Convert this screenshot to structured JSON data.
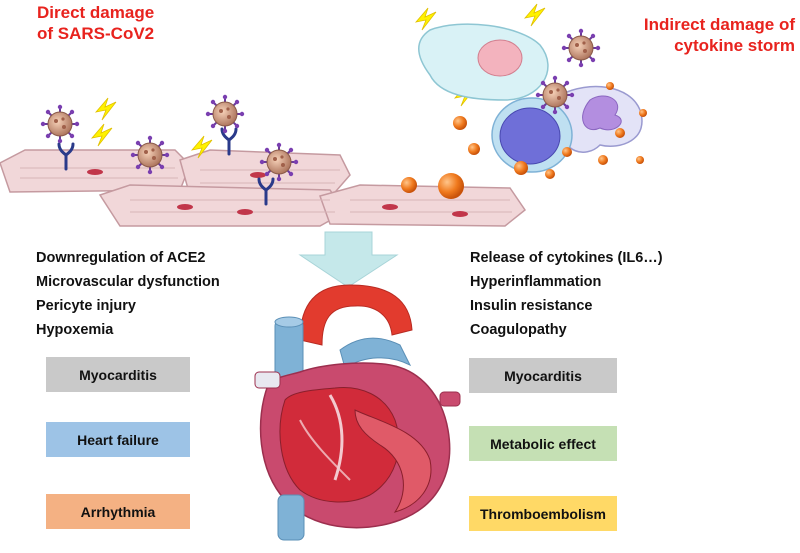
{
  "titles": {
    "direct": [
      "Direct damage",
      "of SARS-CoV2"
    ],
    "indirect": [
      "Indirect damage of",
      "cytokine storm"
    ]
  },
  "direct_mechanisms": [
    "Downregulation of ACE2",
    "Microvascular dysfunction",
    "Pericyte injury",
    "Hypoxemia"
  ],
  "indirect_mechanisms": [
    "Release of cytokines (IL6…)",
    "Hyperinflammation",
    "Insulin resistance",
    "Coagulopathy"
  ],
  "left_outcomes": [
    {
      "label": "Myocarditis",
      "color": "#c9c9c9"
    },
    {
      "label": "Heart failure",
      "color": "#9dc3e6"
    },
    {
      "label": "Arrhythmia",
      "color": "#f4b183"
    }
  ],
  "right_outcomes": [
    {
      "label": "Myocarditis",
      "color": "#c9c9c9"
    },
    {
      "label": "Metabolic effect",
      "color": "#c5e0b4"
    },
    {
      "label": "Thromboembolism",
      "color": "#ffd966"
    }
  ],
  "colors": {
    "title_red": "#e8231e",
    "arrow": "#c5e8ea",
    "heart_red": "#d12b3a",
    "vessel_blue": "#7fb2d6"
  }
}
